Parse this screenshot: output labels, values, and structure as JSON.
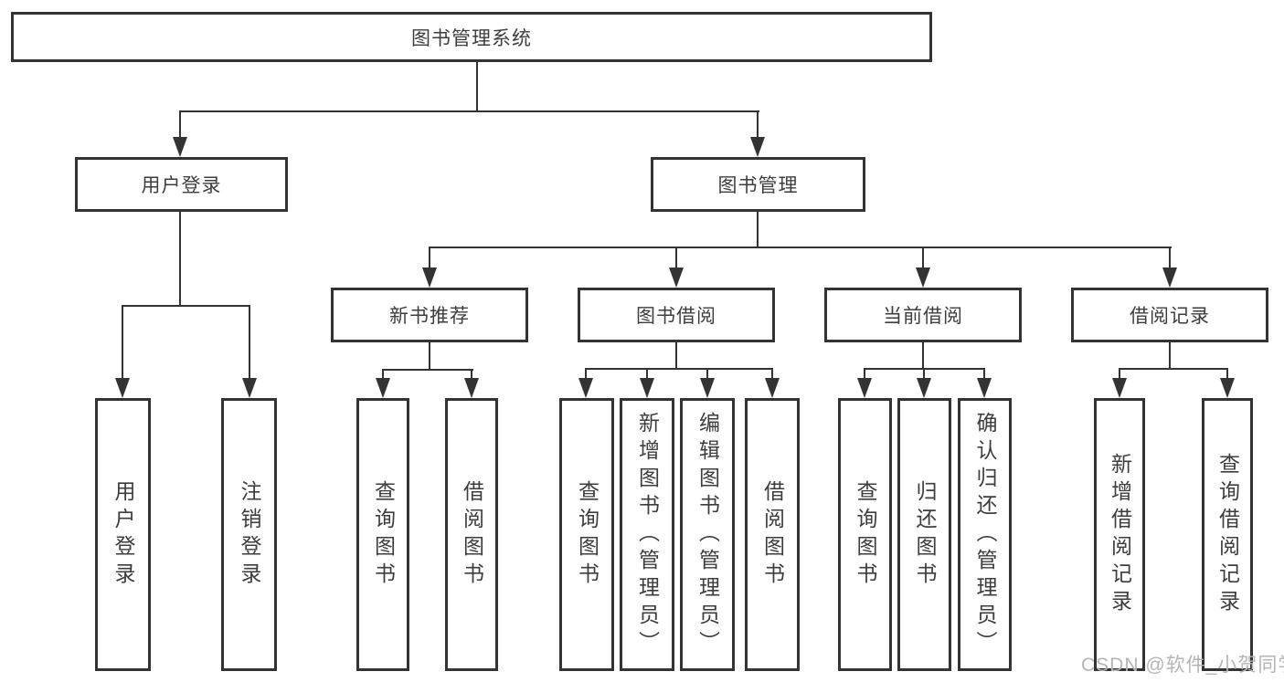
{
  "diagram": {
    "watermark": "CSDN @软件_小贺同学",
    "colors": {
      "line": "#333333",
      "text": "#3d3d3d",
      "background": "#ffffff",
      "watermark": "#b5b5b5"
    },
    "root": {
      "label": "图书管理系统",
      "children": [
        {
          "label": "用户登录",
          "children": [
            {
              "label": "用户登录"
            },
            {
              "label": "注销登录"
            }
          ]
        },
        {
          "label": "图书管理",
          "children": [
            {
              "label": "新书推荐",
              "children": [
                {
                  "label": "查询图书"
                },
                {
                  "label": "借阅图书"
                }
              ]
            },
            {
              "label": "图书借阅",
              "children": [
                {
                  "label": "查询图书"
                },
                {
                  "label": "新增图书（管理员）"
                },
                {
                  "label": "编辑图书（管理员）"
                },
                {
                  "label": "借阅图书"
                }
              ]
            },
            {
              "label": "当前借阅",
              "children": [
                {
                  "label": "查询图书"
                },
                {
                  "label": "归还图书"
                },
                {
                  "label": "确认归还（管理员）"
                }
              ]
            },
            {
              "label": "借阅记录",
              "children": [
                {
                  "label": "新增借阅记录"
                },
                {
                  "label": "查询借阅记录"
                }
              ]
            }
          ]
        }
      ]
    }
  }
}
